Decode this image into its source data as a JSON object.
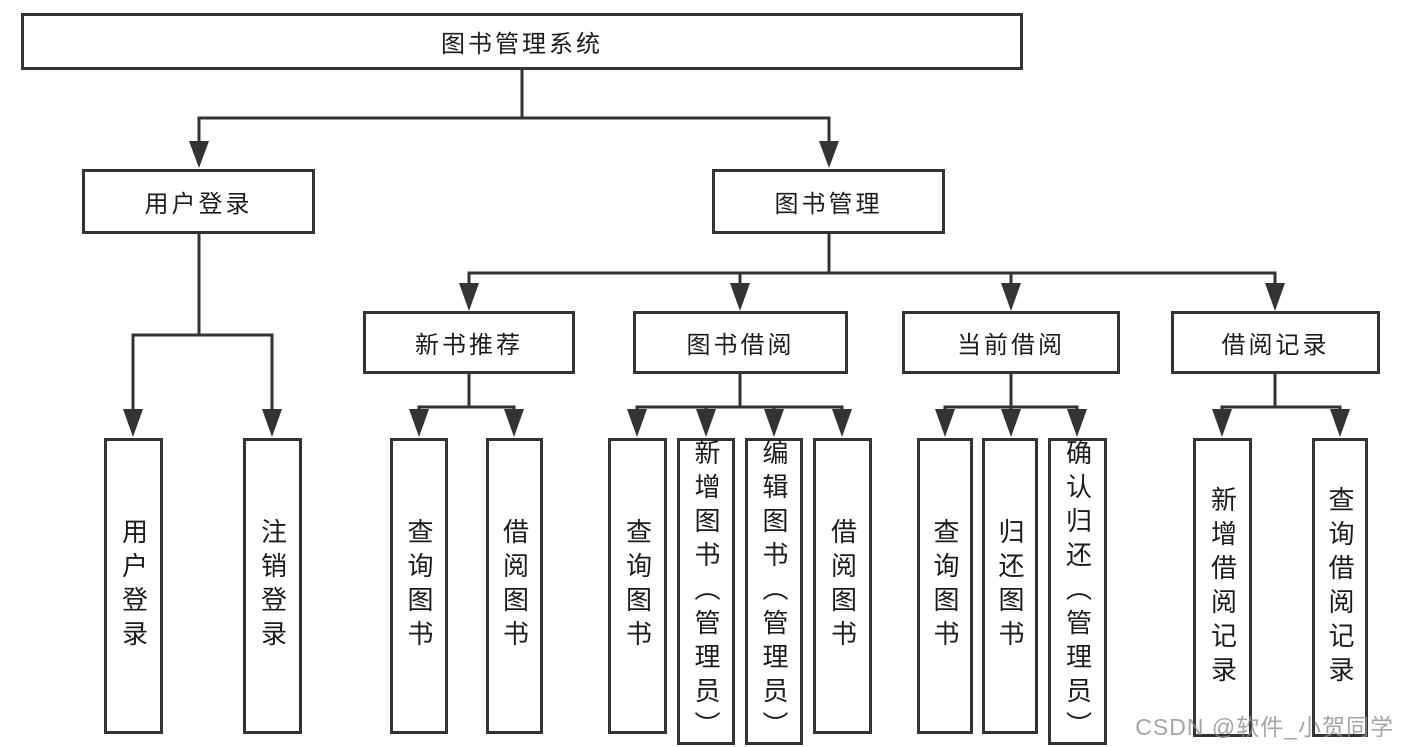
{
  "watermark": "CSDN @软件_小贺同学",
  "colors": {
    "line": "#333333",
    "box_border": "#333333",
    "text": "#1c1c1c",
    "watermark": "#8f8f8f",
    "background": "#ffffff"
  },
  "diagram": {
    "root": "图书管理系统",
    "level2": [
      {
        "label": "用户登录",
        "leaves": [
          "用户登录",
          "注销登录"
        ]
      },
      {
        "label": "图书管理",
        "groups": [
          {
            "label": "新书推荐",
            "leaves": [
              "查询图书",
              "借阅图书"
            ]
          },
          {
            "label": "图书借阅",
            "leaves": [
              "查询图书",
              "新增图书（管理员）",
              "编辑图书（管理员）",
              "借阅图书"
            ]
          },
          {
            "label": "当前借阅",
            "leaves": [
              "查询图书",
              "归还图书",
              "确认归还（管理员）"
            ]
          },
          {
            "label": "借阅记录",
            "leaves": [
              "新增借阅记录",
              "查询借阅记录"
            ]
          }
        ]
      }
    ]
  }
}
